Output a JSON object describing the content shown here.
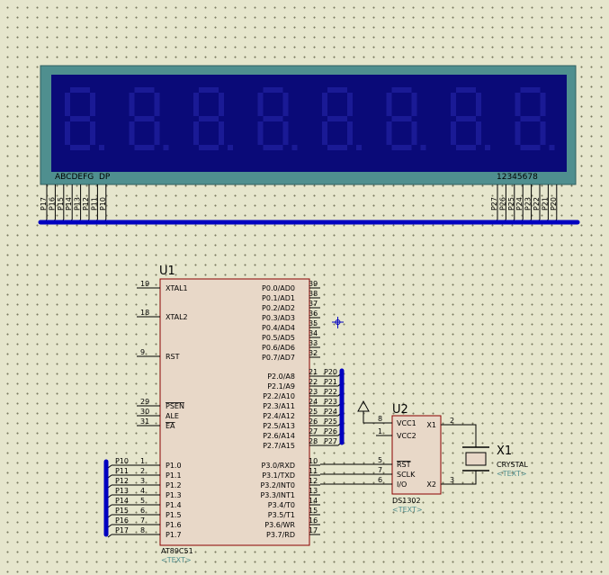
{
  "lcd": {
    "segment_labels": "ABCDEFG  DP",
    "digit_labels": "12345678",
    "left_pins": [
      "P17",
      "P16",
      "P15",
      "P14",
      "P13",
      "P12",
      "P11",
      "P10"
    ],
    "right_pins": [
      "P27",
      "P26",
      "P25",
      "P24",
      "P23",
      "P22",
      "P21",
      "P20"
    ],
    "digit_count": 8
  },
  "u1": {
    "ref": "U1",
    "part": "AT89C51",
    "text": "<TEXT>",
    "left_pins": [
      {
        "num": "19",
        "name": "XTAL1"
      },
      {
        "num": "18",
        "name": "XTAL2"
      },
      {
        "num": "9",
        "name": "RST"
      },
      {
        "num": "29",
        "name": "PSEN"
      },
      {
        "num": "30",
        "name": "ALE"
      },
      {
        "num": "31",
        "name": "EA"
      },
      {
        "num": "1",
        "name": "P1.0",
        "net": "P10"
      },
      {
        "num": "2",
        "name": "P1.1",
        "net": "P11"
      },
      {
        "num": "3",
        "name": "P1.2",
        "net": "P12"
      },
      {
        "num": "4",
        "name": "P1.3",
        "net": "P13"
      },
      {
        "num": "5",
        "name": "P1.4",
        "net": "P14"
      },
      {
        "num": "6",
        "name": "P1.5",
        "net": "P15"
      },
      {
        "num": "7",
        "name": "P1.6",
        "net": "P16"
      },
      {
        "num": "8",
        "name": "P1.7",
        "net": "P17"
      }
    ],
    "right_pins": [
      {
        "num": "39",
        "name": "P0.0/AD0"
      },
      {
        "num": "38",
        "name": "P0.1/AD1"
      },
      {
        "num": "37",
        "name": "P0.2/AD2"
      },
      {
        "num": "36",
        "name": "P0.3/AD3"
      },
      {
        "num": "35",
        "name": "P0.4/AD4"
      },
      {
        "num": "34",
        "name": "P0.5/AD5"
      },
      {
        "num": "33",
        "name": "P0.6/AD6"
      },
      {
        "num": "32",
        "name": "P0.7/AD7"
      },
      {
        "num": "21",
        "name": "P2.0/A8",
        "net": "P20"
      },
      {
        "num": "22",
        "name": "P2.1/A9",
        "net": "P21"
      },
      {
        "num": "23",
        "name": "P2.2/A10",
        "net": "P22"
      },
      {
        "num": "24",
        "name": "P2.3/A11",
        "net": "P23"
      },
      {
        "num": "25",
        "name": "P2.4/A12",
        "net": "P24"
      },
      {
        "num": "26",
        "name": "P2.5/A13",
        "net": "P25"
      },
      {
        "num": "27",
        "name": "P2.6/A14",
        "net": "P26"
      },
      {
        "num": "28",
        "name": "P2.7/A15",
        "net": "P27"
      },
      {
        "num": "10",
        "name": "P3.0/RXD"
      },
      {
        "num": "11",
        "name": "P3.1/TXD"
      },
      {
        "num": "12",
        "name": "P3.2/INT0"
      },
      {
        "num": "13",
        "name": "P3.3/INT1"
      },
      {
        "num": "14",
        "name": "P3.4/T0"
      },
      {
        "num": "15",
        "name": "P3.5/T1"
      },
      {
        "num": "16",
        "name": "P3.6/WR"
      },
      {
        "num": "17",
        "name": "P3.7/RD"
      }
    ]
  },
  "u2": {
    "ref": "U2",
    "part": "DS1302",
    "text": "<TEXT>",
    "left_pins": [
      {
        "num": "8",
        "name": "VCC1"
      },
      {
        "num": "1",
        "name": "VCC2"
      },
      {
        "num": "5",
        "name": "RST"
      },
      {
        "num": "7",
        "name": "SCLK"
      },
      {
        "num": "6",
        "name": "I/O"
      }
    ],
    "right_pins": [
      {
        "num": "2",
        "name": "X1"
      },
      {
        "num": "3",
        "name": "X2"
      }
    ]
  },
  "x1": {
    "ref": "X1",
    "part": "CRYSTAL",
    "text": "<TEXT>"
  },
  "colors": {
    "background": "#e6e6cd",
    "lcd_frame": "#4f8f8f",
    "lcd_screen": "#0a0a78",
    "lcd_segment": "#1a1a95",
    "bus": "#0000c0",
    "component_body": "#e8d8c8",
    "component_outline": "#8b0000",
    "wire": "#000000",
    "placeholder_text": "#4f8f8f"
  }
}
